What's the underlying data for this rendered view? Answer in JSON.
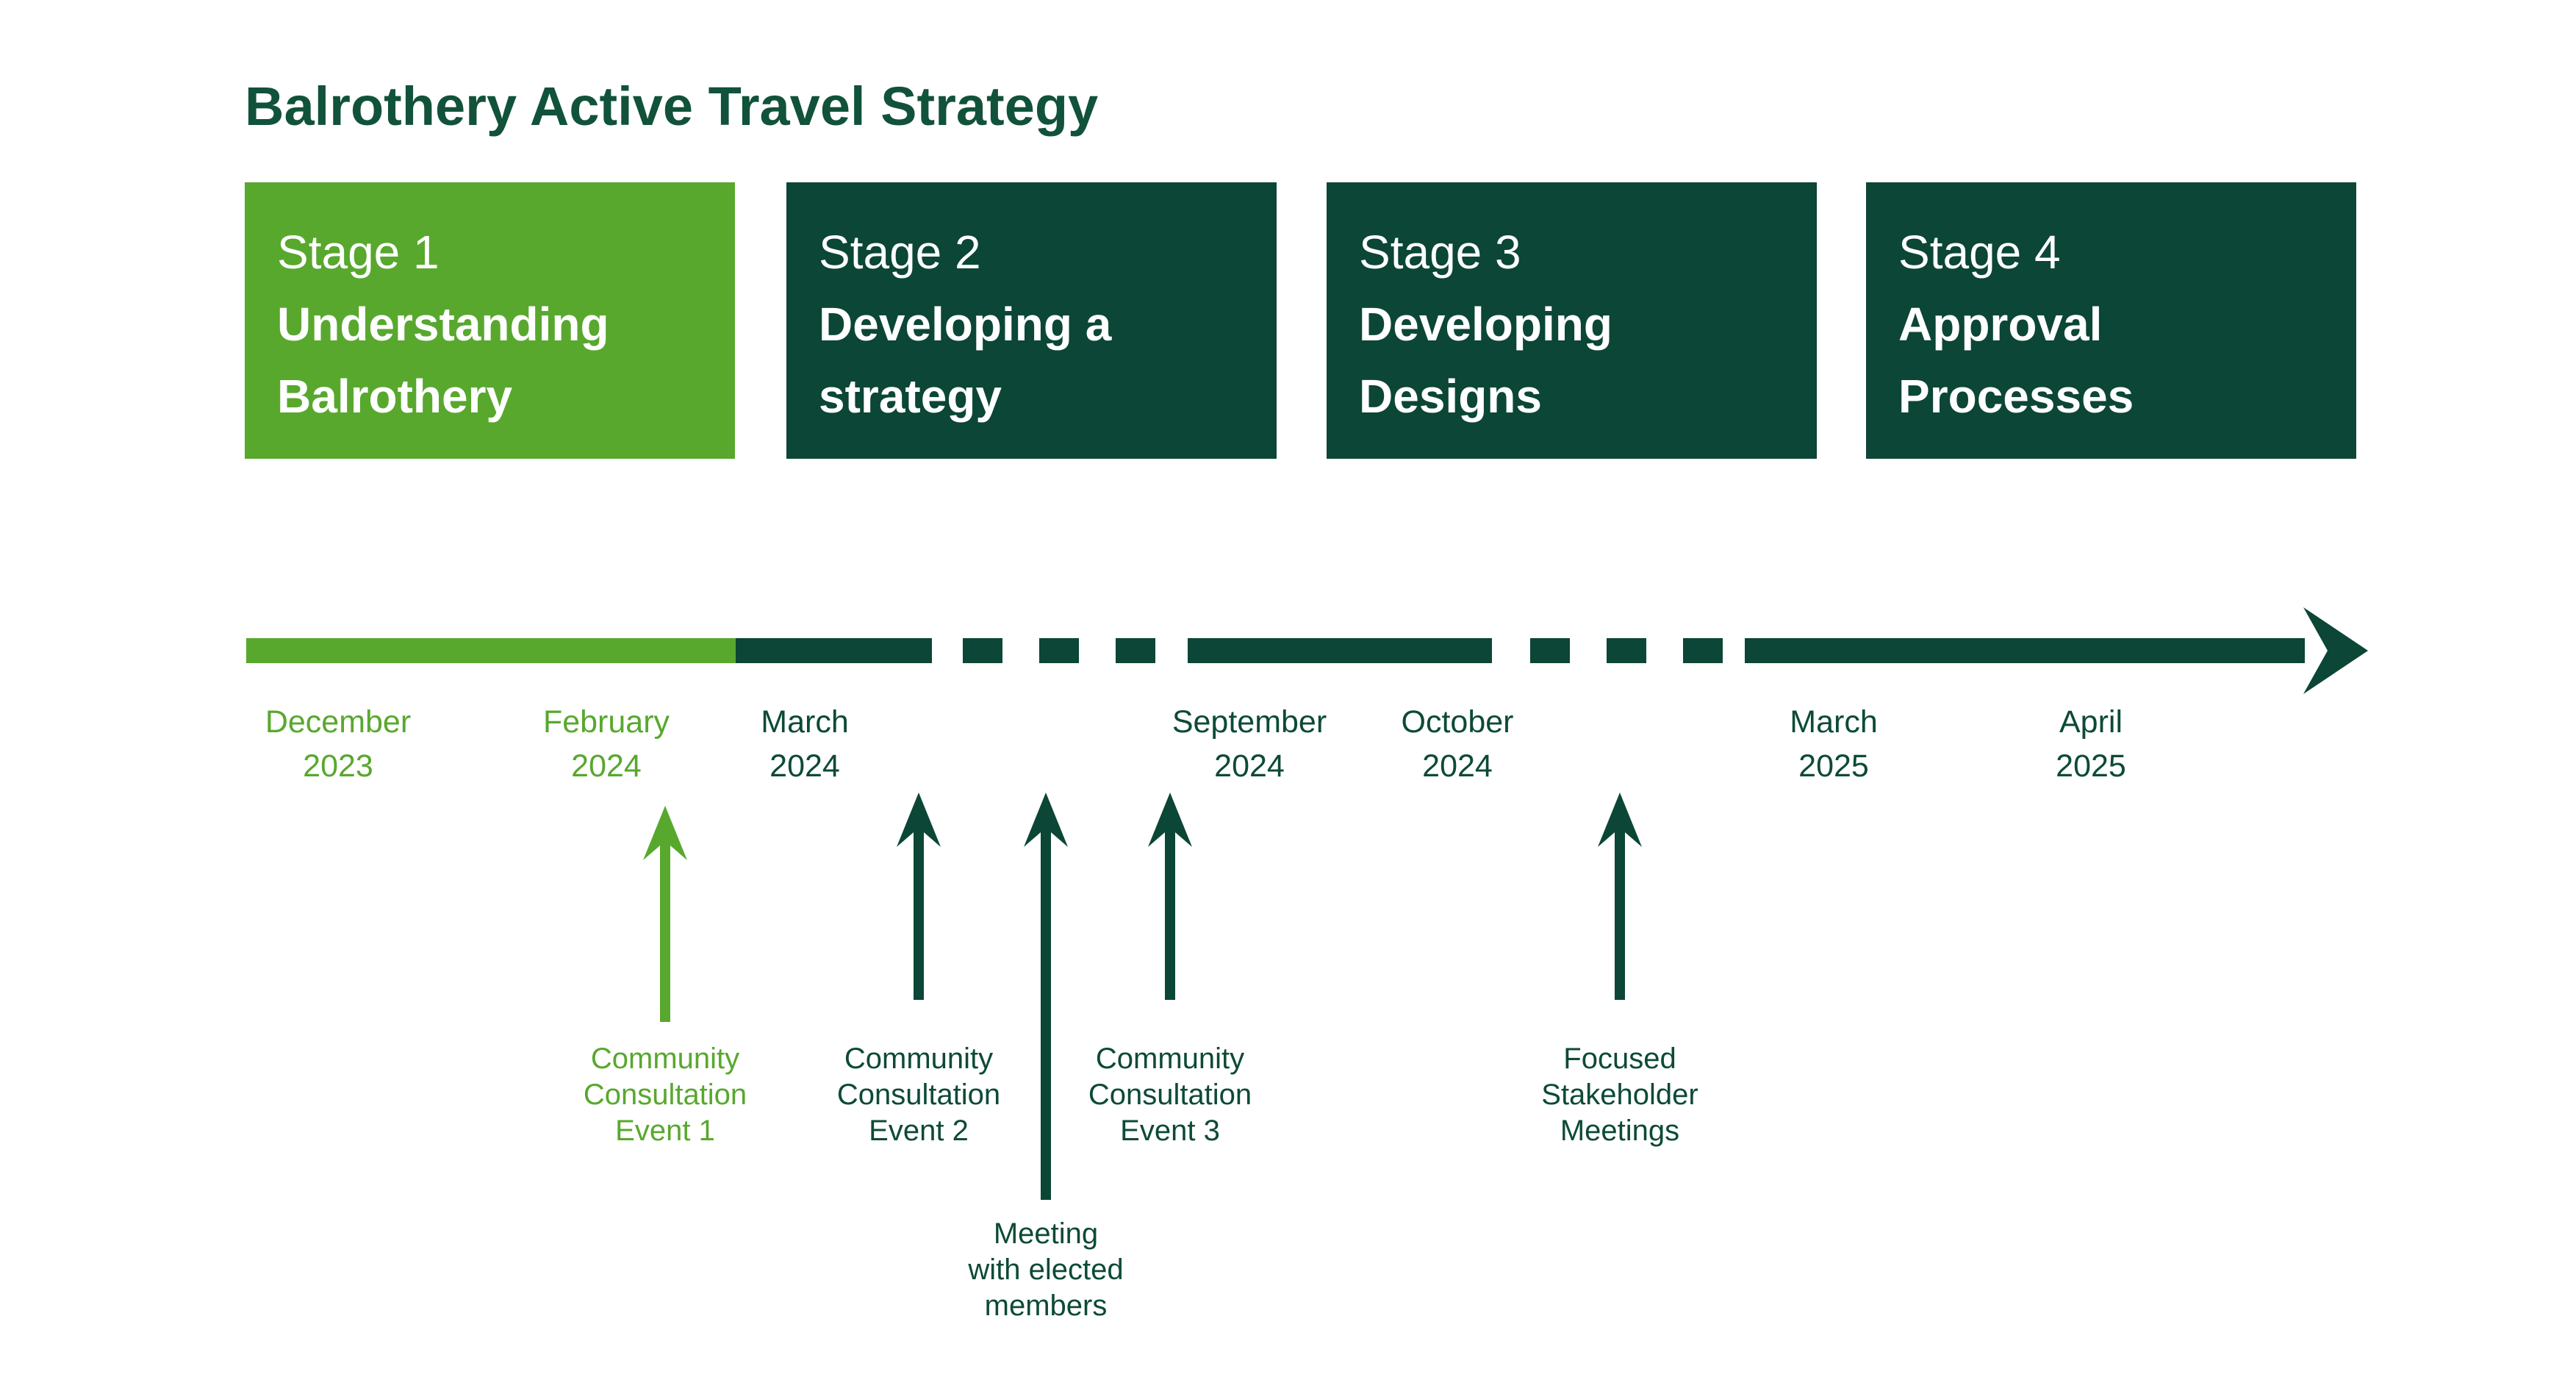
{
  "title": "Balrothery Active Travel Strategy",
  "colors": {
    "green": "#58a82e",
    "dark_box": "#0b4636",
    "dark_text": "#0d4a38",
    "title_text": "#11523a"
  },
  "stages": [
    {
      "stage": "Stage 1",
      "line1": "Understanding",
      "line2": "Balrothery"
    },
    {
      "stage": "Stage 2",
      "line1": "Developing a",
      "line2": "strategy"
    },
    {
      "stage": "Stage 3",
      "line1": "Developing",
      "line2": "Designs"
    },
    {
      "stage": "Stage 4",
      "line1": "Approval",
      "line2": "Processes"
    }
  ],
  "timeline_dates": [
    {
      "month": "December",
      "year": "2023",
      "style": "green"
    },
    {
      "month": "February",
      "year": "2024",
      "style": "green"
    },
    {
      "month": "March",
      "year": "2024",
      "style": "dark"
    },
    {
      "month": "September",
      "year": "2024",
      "style": "dark"
    },
    {
      "month": "October",
      "year": "2024",
      "style": "dark"
    },
    {
      "month": "March",
      "year": "2025",
      "style": "dark"
    },
    {
      "month": "April",
      "year": "2025",
      "style": "dark"
    }
  ],
  "events": [
    {
      "lines": [
        "Community",
        "Consultation",
        "Event 1"
      ],
      "style": "green"
    },
    {
      "lines": [
        "Community",
        "Consultation",
        "Event 2"
      ],
      "style": "dark"
    },
    {
      "lines": [
        "Community",
        "Consultation",
        "Event 3"
      ],
      "style": "dark"
    },
    {
      "lines": [
        "Focused",
        "Stakeholder",
        "Meetings"
      ],
      "style": "dark"
    },
    {
      "lines": [
        "Meeting",
        "with elected",
        "members"
      ],
      "style": "dark"
    }
  ]
}
